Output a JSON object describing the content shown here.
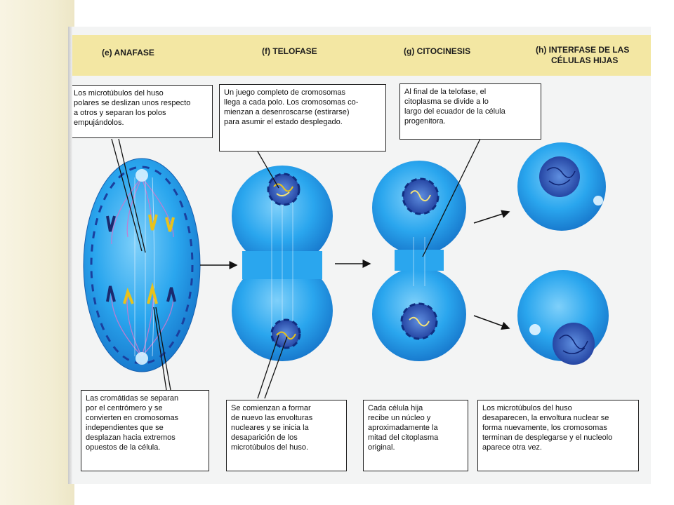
{
  "headers": {
    "anafase": "(e) ANAFASE",
    "telofase": "(f) TELOFASE",
    "citocinesis": "(g) CITOCINESIS",
    "interfase_line1": "(h) INTERFASE DE LAS",
    "interfase_line2": "CÉLULAS HIJAS"
  },
  "boxes": {
    "anafase_top": [
      "Los microtúbulos del huso",
      "polares se deslizan unos respecto",
      "a otros y separan los polos",
      "empujándolos."
    ],
    "telofase_top": [
      "Un juego completo de cromosomas",
      "llega a cada polo. Los cromosomas co-",
      "mienzan a desenroscarse (estirarse)",
      "para asumir el estado desplegado."
    ],
    "citocinesis_top": [
      "Al final de la telofase, el",
      "citoplasma se divide a lo",
      "largo del ecuador de la célula",
      "progenitora."
    ],
    "anafase_bottom": [
      "Las cromátidas se separan",
      "por el centrómero y se",
      "convierten en cromosomas",
      "independientes que se",
      "desplazan hacia extremos",
      "opuestos de la célula."
    ],
    "telofase_bottom": [
      "Se comienzan a formar",
      "de nuevo las envolturas",
      "nucleares y se inicia la",
      "desaparición de los",
      "microtúbulos del huso."
    ],
    "citocinesis_bottom": [
      "Cada célula hija",
      "recibe un núcleo y",
      "aproximadamente la",
      "mitad del citoplasma",
      "original."
    ],
    "interfase_bottom": [
      "Los microtúbulos del huso",
      "desaparecen, la envoltura nuclear se",
      "forma nuevamente, los cromosomas",
      "terminan de desplegarse y el nucleolo",
      "aparece otra vez."
    ]
  },
  "colors": {
    "header_band": "#f3e7a3",
    "cell_blue": "#1e9be8",
    "nucleus_navy": "#1c3fa0",
    "chromosome_yellow": "#e8c21c",
    "chromosome_navy": "#1a2a6e",
    "spindle_pink": "#c87ad0"
  }
}
